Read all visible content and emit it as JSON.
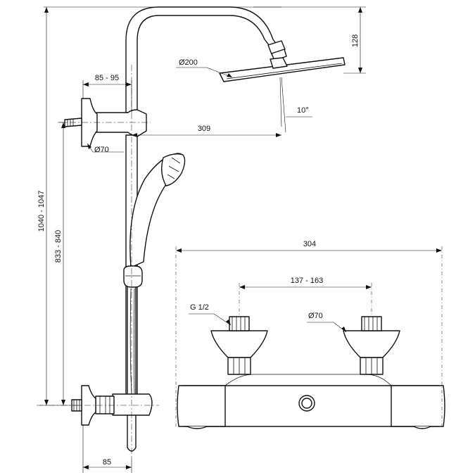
{
  "dimensions": {
    "shower_head_drop": "128",
    "shower_head_diameter": "Ø200",
    "wall_offset": "85 - 95",
    "arm_reach": "309",
    "head_tilt": "10°",
    "upper_flange_diameter": "Ø70",
    "total_height": "1040 - 1047",
    "inlet_height": "833 - 840",
    "bottom_offset": "85",
    "mixer_width": "304",
    "inlet_spacing": "137 - 163",
    "thread_size": "G 1/2",
    "mixer_flange_diameter": "Ø70"
  }
}
